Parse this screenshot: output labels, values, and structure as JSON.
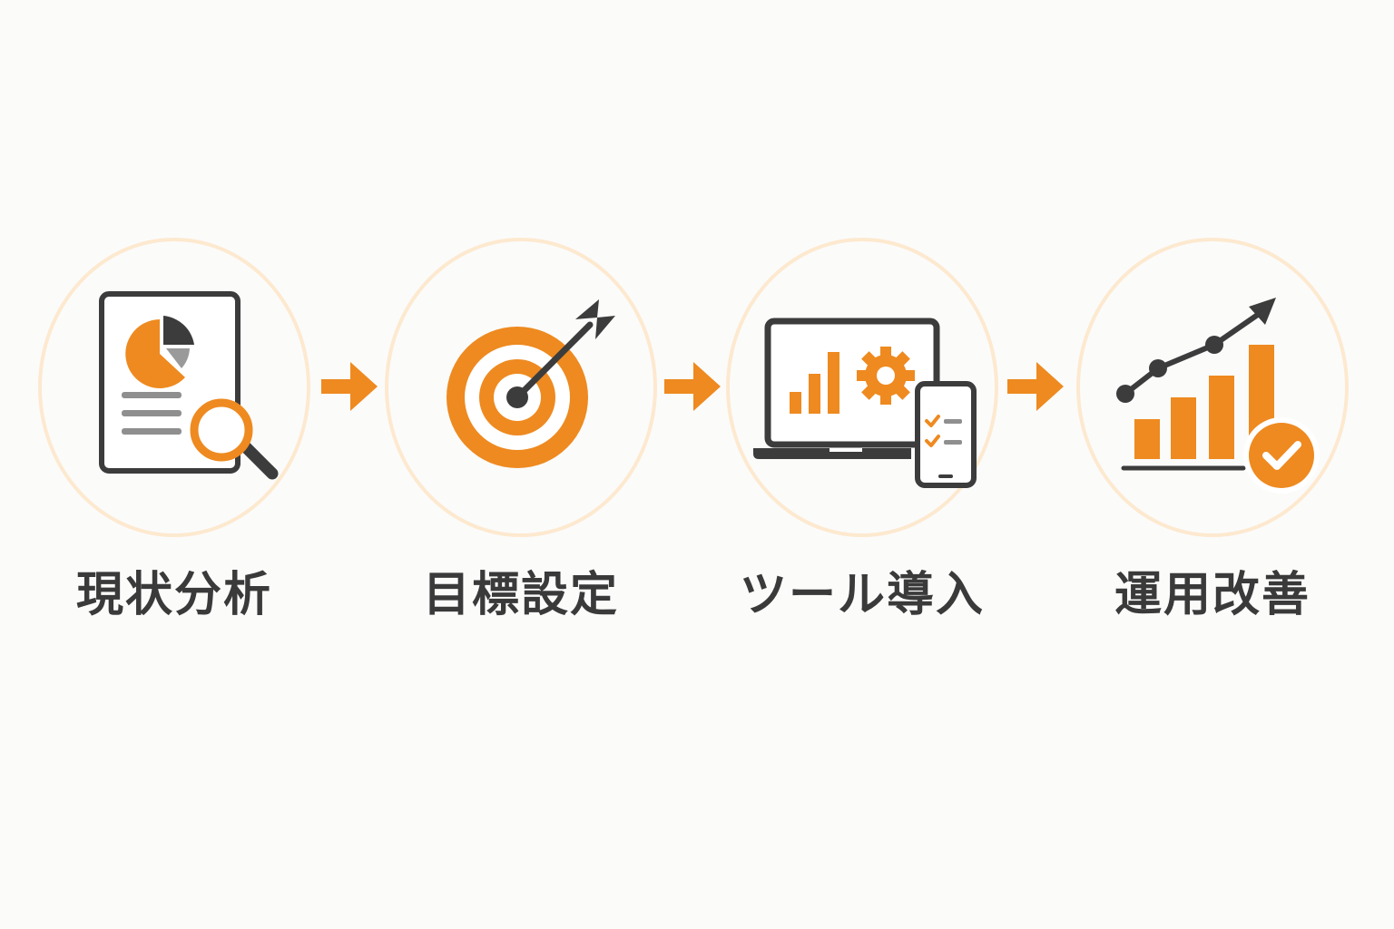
{
  "steps": [
    {
      "label": "現状分析",
      "icon": "report-magnifier-icon"
    },
    {
      "label": "目標設定",
      "icon": "target-arrow-icon"
    },
    {
      "label": "ツール導入",
      "icon": "laptop-phone-gear-icon"
    },
    {
      "label": "運用改善",
      "icon": "growth-chart-check-icon"
    }
  ],
  "colors": {
    "accent": "#ee8a20",
    "dark": "#3c3c3c",
    "ring": "#fde9cf",
    "background": "#fbfbfa"
  }
}
